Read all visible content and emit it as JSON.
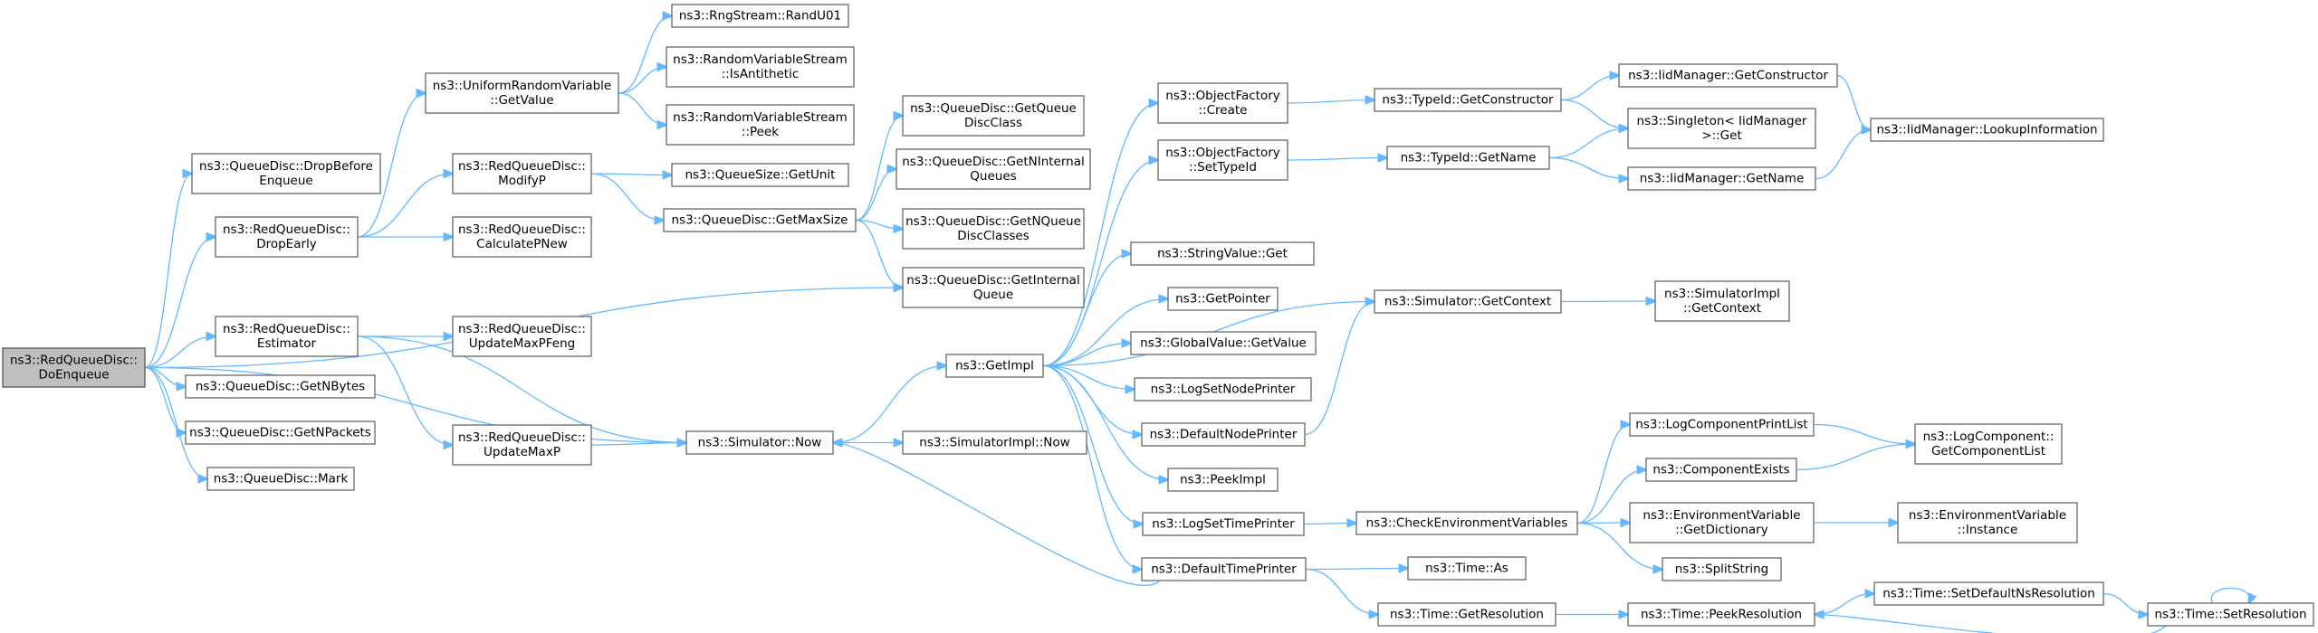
{
  "graph": {
    "colors": {
      "edge": "#63b8ff",
      "node_border": "#666666",
      "root_fill": "#bfbfbf",
      "node_fill": "#ffffff"
    },
    "nodes": [
      {
        "id": "DoEnqueue",
        "lines": [
          "ns3::RedQueueDisc::",
          "DoEnqueue"
        ],
        "root": true
      },
      {
        "id": "DropBeforeEnqueue",
        "lines": [
          "ns3::QueueDisc::DropBefore",
          "Enqueue"
        ]
      },
      {
        "id": "DropEarly",
        "lines": [
          "ns3::RedQueueDisc::",
          "DropEarly"
        ]
      },
      {
        "id": "Estimator",
        "lines": [
          "ns3::RedQueueDisc::",
          "Estimator"
        ]
      },
      {
        "id": "GetNBytes",
        "lines": [
          "ns3::QueueDisc::GetNBytes"
        ]
      },
      {
        "id": "GetNPackets",
        "lines": [
          "ns3::QueueDisc::GetNPackets"
        ]
      },
      {
        "id": "Mark",
        "lines": [
          "ns3::QueueDisc::Mark"
        ]
      },
      {
        "id": "UniformGetValue",
        "lines": [
          "ns3::UniformRandomVariable",
          "::GetValue"
        ]
      },
      {
        "id": "ModifyP",
        "lines": [
          "ns3::RedQueueDisc::",
          "ModifyP"
        ]
      },
      {
        "id": "CalculatePNew",
        "lines": [
          "ns3::RedQueueDisc::",
          "CalculatePNew"
        ]
      },
      {
        "id": "UpdateMaxPFeng",
        "lines": [
          "ns3::RedQueueDisc::",
          "UpdateMaxPFeng"
        ]
      },
      {
        "id": "UpdateMaxP",
        "lines": [
          "ns3::RedQueueDisc::",
          "UpdateMaxP"
        ]
      },
      {
        "id": "RandU01",
        "lines": [
          "ns3::RngStream::RandU01"
        ]
      },
      {
        "id": "IsAntithetic",
        "lines": [
          "ns3::RandomVariableStream",
          "::IsAntithetic"
        ]
      },
      {
        "id": "Peek",
        "lines": [
          "ns3::RandomVariableStream",
          "::Peek"
        ]
      },
      {
        "id": "GetUnit",
        "lines": [
          "ns3::QueueSize::GetUnit"
        ]
      },
      {
        "id": "GetMaxSize",
        "lines": [
          "ns3::QueueDisc::GetMaxSize"
        ]
      },
      {
        "id": "SimNow",
        "lines": [
          "ns3::Simulator::Now"
        ]
      },
      {
        "id": "GetImpl",
        "lines": [
          "ns3::GetImpl"
        ]
      },
      {
        "id": "SimImplNow",
        "lines": [
          "ns3::SimulatorImpl::Now"
        ]
      },
      {
        "id": "GetQueueDiscClass",
        "lines": [
          "ns3::QueueDisc::GetQueue",
          "DiscClass"
        ]
      },
      {
        "id": "GetNInternalQueues",
        "lines": [
          "ns3::QueueDisc::GetNInternal",
          "Queues"
        ]
      },
      {
        "id": "GetNQueueDiscClasses",
        "lines": [
          "ns3::QueueDisc::GetNQueue",
          "DiscClasses"
        ]
      },
      {
        "id": "GetInternalQueue",
        "lines": [
          "ns3::QueueDisc::GetInternal",
          "Queue"
        ]
      },
      {
        "id": "OFCreate",
        "lines": [
          "ns3::ObjectFactory",
          "::Create"
        ]
      },
      {
        "id": "OFSetTypeId",
        "lines": [
          "ns3::ObjectFactory",
          "::SetTypeId"
        ]
      },
      {
        "id": "StringValueGet",
        "lines": [
          "ns3::StringValue::Get"
        ]
      },
      {
        "id": "GetPointer",
        "lines": [
          "ns3::GetPointer"
        ]
      },
      {
        "id": "GlobalValueGetValue",
        "lines": [
          "ns3::GlobalValue::GetValue"
        ]
      },
      {
        "id": "LogSetNodePrinter",
        "lines": [
          "ns3::LogSetNodePrinter"
        ]
      },
      {
        "id": "DefaultNodePrinter",
        "lines": [
          "ns3::DefaultNodePrinter"
        ]
      },
      {
        "id": "PeekImpl",
        "lines": [
          "ns3::PeekImpl"
        ]
      },
      {
        "id": "LogSetTimePrinter",
        "lines": [
          "ns3::LogSetTimePrinter"
        ]
      },
      {
        "id": "DefaultTimePrinter",
        "lines": [
          "ns3::DefaultTimePrinter"
        ]
      },
      {
        "id": "TypeIdGetConstructor",
        "lines": [
          "ns3::TypeId::GetConstructor"
        ]
      },
      {
        "id": "TypeIdGetName",
        "lines": [
          "ns3::TypeId::GetName"
        ]
      },
      {
        "id": "SimGetContext",
        "lines": [
          "ns3::Simulator::GetContext"
        ]
      },
      {
        "id": "CheckEnvVars",
        "lines": [
          "ns3::CheckEnvironmentVariables"
        ]
      },
      {
        "id": "TimeAs",
        "lines": [
          "ns3::Time::As"
        ]
      },
      {
        "id": "TimeGetResolution",
        "lines": [
          "ns3::Time::GetResolution"
        ]
      },
      {
        "id": "IidMgrGetConstructor",
        "lines": [
          "ns3::IidManager::GetConstructor"
        ]
      },
      {
        "id": "SingletonGet",
        "lines": [
          "ns3::Singleton< IidManager",
          ">::Get"
        ]
      },
      {
        "id": "IidMgrGetName",
        "lines": [
          "ns3::IidManager::GetName"
        ]
      },
      {
        "id": "SimImplGetContext",
        "lines": [
          "ns3::SimulatorImpl",
          "::GetContext"
        ]
      },
      {
        "id": "LogComponentPrintList",
        "lines": [
          "ns3::LogComponentPrintList"
        ]
      },
      {
        "id": "ComponentExists",
        "lines": [
          "ns3::ComponentExists"
        ]
      },
      {
        "id": "EnvVarGetDictionary",
        "lines": [
          "ns3::EnvironmentVariable",
          "::GetDictionary"
        ]
      },
      {
        "id": "SplitString",
        "lines": [
          "ns3::SplitString"
        ]
      },
      {
        "id": "TimePeekResolution",
        "lines": [
          "ns3::Time::PeekResolution"
        ]
      },
      {
        "id": "IidMgrLookupInformation",
        "lines": [
          "ns3::IidManager::LookupInformation"
        ]
      },
      {
        "id": "GetComponentList",
        "lines": [
          "ns3::LogComponent::",
          "GetComponentList"
        ]
      },
      {
        "id": "EnvVarInstance",
        "lines": [
          "ns3::EnvironmentVariable",
          "::Instance"
        ]
      },
      {
        "id": "SetDefaultNsResolution",
        "lines": [
          "ns3::Time::SetDefaultNsResolution"
        ]
      },
      {
        "id": "SetResolution",
        "lines": [
          "ns3::Time::SetResolution"
        ]
      }
    ],
    "edges": [
      [
        "DoEnqueue",
        "DropBeforeEnqueue"
      ],
      [
        "DoEnqueue",
        "DropEarly"
      ],
      [
        "DoEnqueue",
        "GetInternalQueue"
      ],
      [
        "DoEnqueue",
        "Estimator"
      ],
      [
        "DoEnqueue",
        "GetNBytes"
      ],
      [
        "DoEnqueue",
        "GetNPackets"
      ],
      [
        "DoEnqueue",
        "Mark"
      ],
      [
        "DoEnqueue",
        "SimNow"
      ],
      [
        "DropEarly",
        "UniformGetValue"
      ],
      [
        "DropEarly",
        "ModifyP"
      ],
      [
        "DropEarly",
        "CalculatePNew"
      ],
      [
        "UniformGetValue",
        "RandU01"
      ],
      [
        "UniformGetValue",
        "IsAntithetic"
      ],
      [
        "UniformGetValue",
        "Peek"
      ],
      [
        "ModifyP",
        "GetUnit"
      ],
      [
        "ModifyP",
        "GetMaxSize"
      ],
      [
        "GetMaxSize",
        "GetQueueDiscClass"
      ],
      [
        "GetMaxSize",
        "GetNInternalQueues"
      ],
      [
        "GetMaxSize",
        "GetNQueueDiscClasses"
      ],
      [
        "GetMaxSize",
        "GetInternalQueue"
      ],
      [
        "Estimator",
        "UpdateMaxPFeng"
      ],
      [
        "Estimator",
        "UpdateMaxP"
      ],
      [
        "Estimator",
        "SimNow"
      ],
      [
        "UpdateMaxP",
        "SimNow"
      ],
      [
        "SimNow",
        "GetImpl"
      ],
      [
        "SimNow",
        "SimImplNow"
      ],
      [
        "GetImpl",
        "OFCreate"
      ],
      [
        "GetImpl",
        "OFSetTypeId"
      ],
      [
        "GetImpl",
        "StringValueGet"
      ],
      [
        "GetImpl",
        "GetPointer"
      ],
      [
        "GetImpl",
        "GlobalValueGetValue"
      ],
      [
        "GetImpl",
        "LogSetNodePrinter"
      ],
      [
        "GetImpl",
        "DefaultNodePrinter"
      ],
      [
        "GetImpl",
        "PeekImpl"
      ],
      [
        "GetImpl",
        "LogSetTimePrinter"
      ],
      [
        "GetImpl",
        "DefaultTimePrinter"
      ],
      [
        "GetImpl",
        "SimGetContext"
      ],
      [
        "OFCreate",
        "TypeIdGetConstructor"
      ],
      [
        "OFSetTypeId",
        "TypeIdGetName"
      ],
      [
        "TypeIdGetConstructor",
        "IidMgrGetConstructor"
      ],
      [
        "TypeIdGetConstructor",
        "SingletonGet"
      ],
      [
        "TypeIdGetName",
        "SingletonGet"
      ],
      [
        "TypeIdGetName",
        "IidMgrGetName"
      ],
      [
        "IidMgrGetConstructor",
        "IidMgrLookupInformation"
      ],
      [
        "IidMgrGetName",
        "IidMgrLookupInformation"
      ],
      [
        "SimGetContext",
        "SimImplGetContext"
      ],
      [
        "DefaultNodePrinter",
        "SimGetContext"
      ],
      [
        "LogSetTimePrinter",
        "CheckEnvVars"
      ],
      [
        "CheckEnvVars",
        "LogComponentPrintList"
      ],
      [
        "CheckEnvVars",
        "ComponentExists"
      ],
      [
        "CheckEnvVars",
        "EnvVarGetDictionary"
      ],
      [
        "CheckEnvVars",
        "SplitString"
      ],
      [
        "LogComponentPrintList",
        "GetComponentList"
      ],
      [
        "ComponentExists",
        "GetComponentList"
      ],
      [
        "EnvVarGetDictionary",
        "EnvVarInstance"
      ],
      [
        "DefaultTimePrinter",
        "SimNow"
      ],
      [
        "DefaultTimePrinter",
        "TimeAs"
      ],
      [
        "DefaultTimePrinter",
        "TimeGetResolution"
      ],
      [
        "TimeGetResolution",
        "TimePeekResolution"
      ],
      [
        "TimePeekResolution",
        "SetDefaultNsResolution"
      ],
      [
        "SetDefaultNsResolution",
        "SetResolution"
      ],
      [
        "SetResolution",
        "TimePeekResolution"
      ],
      [
        "SetResolution",
        "SetResolution"
      ]
    ]
  }
}
